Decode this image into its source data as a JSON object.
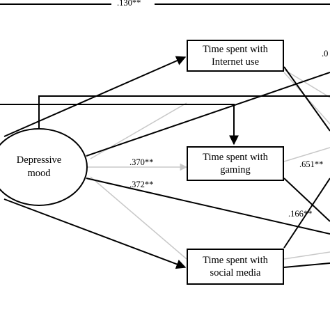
{
  "nodes": {
    "depressive_mood": {
      "line1": "Depressive",
      "line2": "mood"
    },
    "internet": {
      "line1": "Time spent with",
      "line2": "Internet use"
    },
    "gaming": {
      "line1": "Time spent with",
      "line2": "gaming"
    },
    "social": {
      "line1": "Time spent with",
      "line2": "social media"
    }
  },
  "coefficients": {
    "top": ".130**",
    "mood_to_gaming_upper": ".370**",
    "mood_to_gaming_lower": ".372**",
    "gaming_right": ".651**",
    "social_right": ".166**",
    "internet_right": ".0"
  },
  "colors": {
    "path_dark": "#000000",
    "path_light": "#c8c8c8"
  }
}
